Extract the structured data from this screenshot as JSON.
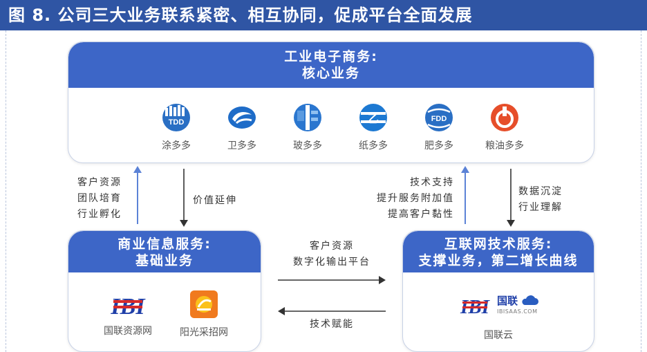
{
  "header": {
    "title": "图 8. 公司三大业务联系紧密、相互协同，促成平台全面发展"
  },
  "top_box": {
    "title_line1": "工业电子商务:",
    "title_line2": "核心业务",
    "platforms": [
      {
        "name": "涂多多",
        "icon": "tdd-logo-icon",
        "color": "#2a6fc4"
      },
      {
        "name": "卫多多",
        "icon": "wdd-logo-icon",
        "color": "#1e6cc8"
      },
      {
        "name": "玻多多",
        "icon": "bdd-logo-icon",
        "color": "#2a76cf"
      },
      {
        "name": "纸多多",
        "icon": "zdd-logo-icon",
        "color": "#1d79d2"
      },
      {
        "name": "肥多多",
        "icon": "fdd-logo-icon",
        "color": "#2a6fc4"
      },
      {
        "name": "粮油多多",
        "icon": "lyy-logo-icon",
        "color": "#e64e2a"
      }
    ]
  },
  "left_box": {
    "title_line1": "商业信息服务:",
    "title_line2": "基础业务",
    "items": [
      {
        "name": "国联资源网",
        "icon": "ibi-logo-icon"
      },
      {
        "name": "阳光采招网",
        "icon": "ygcz-logo-icon"
      }
    ]
  },
  "right_box": {
    "title_line1": "互联网技术服务:",
    "title_line2": "支撑业务，第二增长曲线",
    "logo_cn": "国联",
    "logo_url": "IBISAAS.COM",
    "item": "国联云"
  },
  "labels": {
    "left_up": [
      "客户资源",
      "团队培育",
      "行业孵化"
    ],
    "left_down": [
      "价值延伸"
    ],
    "right_up": [
      "技术支持",
      "提升服务附加值",
      "提高客户黏性"
    ],
    "right_down": [
      "数据沉淀",
      "行业理解"
    ],
    "middle_right": [
      "客户资源",
      "数字化输出平台"
    ],
    "middle_left": [
      "技术赋能"
    ]
  },
  "colors": {
    "header": "#2f55a4",
    "box_head": "#3d66c7",
    "arrow_up": "#5b82d6",
    "arrow_down": "#333333",
    "ibi_red": "#d62a2a",
    "ibi_blue": "#1f3fa8"
  }
}
